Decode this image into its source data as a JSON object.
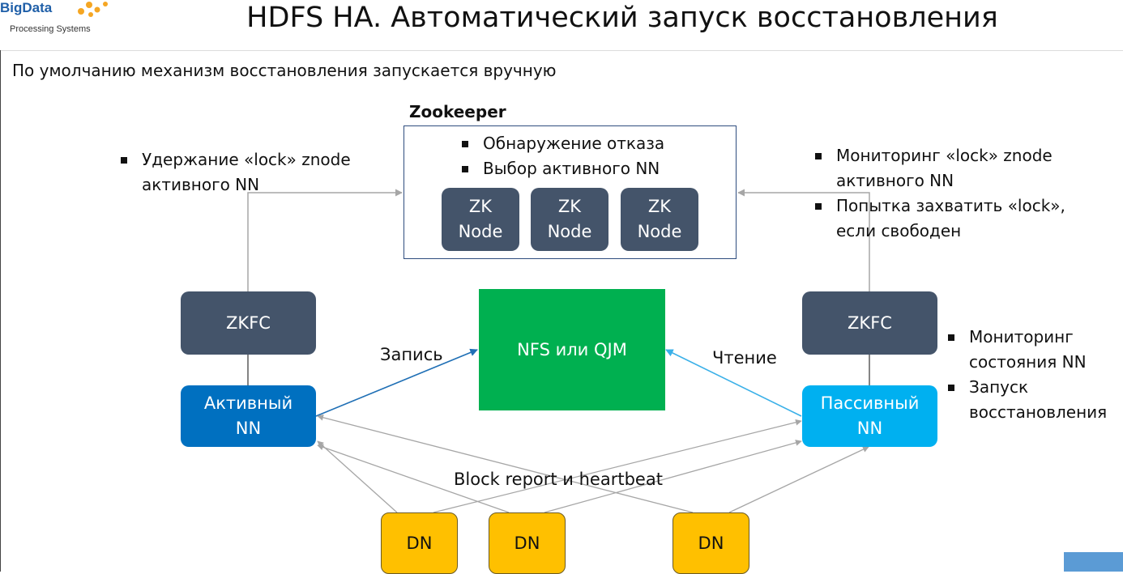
{
  "logo": {
    "brand": "BigData",
    "subtitle": "Processing Systems"
  },
  "title": "HDFS HA. Автоматический запуск восстановления",
  "intro": "По умолчанию механизм восстановления запускается вручную",
  "zookeeper": {
    "title": "Zookeeper",
    "bullets": [
      "Обнаружение отказа",
      "Выбор активного NN"
    ],
    "nodes": [
      {
        "line1": "ZK",
        "line2": "Node"
      },
      {
        "line1": "ZK",
        "line2": "Node"
      },
      {
        "line1": "ZK",
        "line2": "Node"
      }
    ]
  },
  "left_notes": [
    "Удержание «lock» znode активного NN"
  ],
  "right_notes": [
    "Мониторинг «lock» znode активного NN",
    "Попытка захватить «lock», если свободен"
  ],
  "zkfc_notes": [
    "Мониторинг состояния NN",
    "Запуск восстановления"
  ],
  "zkfc_left": "ZKFC",
  "zkfc_right": "ZKFC",
  "active_nn": {
    "line1": "Активный",
    "line2": "NN"
  },
  "passive_nn": {
    "line1": "Пассивный",
    "line2": "NN"
  },
  "storage": "NFS или QJM",
  "write_label": "Запись",
  "read_label": "Чтение",
  "report_label": "Block report и heartbeat",
  "datanodes": [
    "DN",
    "DN",
    "DN"
  ],
  "colors": {
    "dark_node": "#44546a",
    "active_nn": "#0070c0",
    "passive_nn": "#00b0f0",
    "storage": "#00b050",
    "datanode": "#ffc000",
    "zk_border": "#2f4d7f",
    "write_arrow": "#1f6fb5",
    "read_arrow": "#3ab0e8",
    "gray_arrow": "#a6a6a6"
  }
}
